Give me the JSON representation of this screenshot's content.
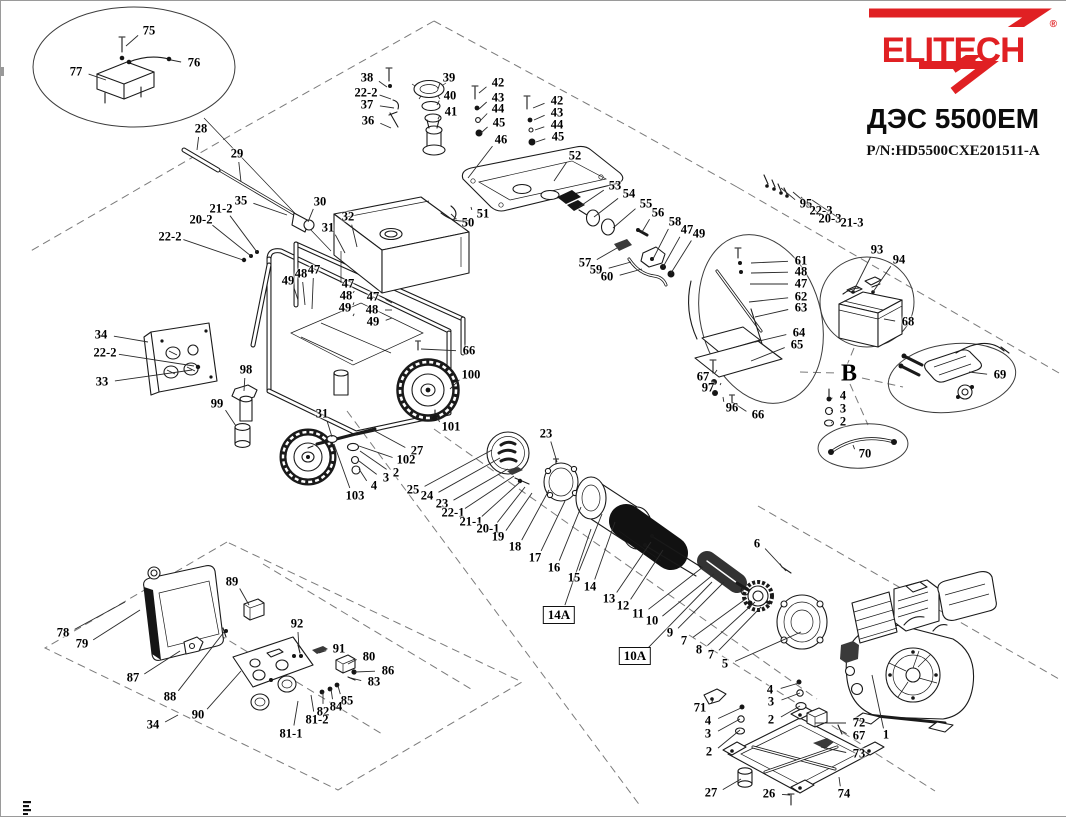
{
  "header": {
    "logo_text": "ELITECH",
    "registered_mark": "®",
    "model": "ДЭС 5500EM",
    "part_number": "P/N:HD5500CXE201511-A",
    "brand_color": "#e02023"
  },
  "diagram": {
    "description": "Exploded parts diagram of ELITECH DES 5500EM generator",
    "view_letter": "B",
    "boxed_callouts": [
      "14A",
      "10A"
    ],
    "labels": [
      [
        "75",
        148,
        30,
        125,
        45
      ],
      [
        "76",
        193,
        62,
        170,
        59
      ],
      [
        "77",
        75,
        71,
        105,
        79
      ],
      [
        "28",
        200,
        128,
        196,
        149
      ],
      [
        "29",
        236,
        153,
        240,
        181
      ],
      [
        "35",
        240,
        200,
        286,
        214
      ],
      [
        "30",
        319,
        201,
        307,
        221
      ],
      [
        "32",
        347,
        216,
        356,
        246
      ],
      [
        "31",
        327,
        227,
        344,
        252
      ],
      [
        "22-2",
        169,
        236,
        242,
        259
      ],
      [
        "20-2",
        200,
        219,
        250,
        255
      ],
      [
        "21-2",
        220,
        208,
        256,
        251
      ],
      [
        "38",
        366,
        77,
        386,
        86
      ],
      [
        "22-2",
        365,
        92,
        390,
        98
      ],
      [
        "37",
        366,
        104,
        393,
        107
      ],
      [
        "36",
        367,
        120,
        390,
        127
      ],
      [
        "39",
        448,
        77,
        437,
        88
      ],
      [
        "40",
        449,
        95,
        436,
        104
      ],
      [
        "41",
        450,
        111,
        437,
        118
      ],
      [
        "42",
        497,
        82,
        478,
        92
      ],
      [
        "43",
        497,
        97,
        478,
        108
      ],
      [
        "44",
        497,
        108,
        479,
        120
      ],
      [
        "45",
        498,
        122,
        480,
        132
      ],
      [
        "46",
        500,
        139,
        467,
        177
      ],
      [
        "42",
        556,
        100,
        532,
        107
      ],
      [
        "43",
        556,
        112,
        533,
        119
      ],
      [
        "44",
        556,
        124,
        534,
        129
      ],
      [
        "45",
        557,
        136,
        535,
        141
      ],
      [
        "52",
        574,
        155,
        553,
        180
      ],
      [
        "51",
        482,
        213,
        470,
        206
      ],
      [
        "50",
        467,
        222,
        450,
        213
      ],
      [
        "53",
        614,
        185,
        578,
        206
      ],
      [
        "54",
        628,
        193,
        593,
        216
      ],
      [
        "55",
        645,
        203,
        612,
        227
      ],
      [
        "56",
        657,
        212,
        641,
        231
      ],
      [
        "58",
        674,
        221,
        652,
        258
      ],
      [
        "47",
        686,
        229,
        662,
        266
      ],
      [
        "49",
        698,
        233,
        670,
        272
      ],
      [
        "57",
        584,
        262,
        616,
        247
      ],
      [
        "59",
        595,
        269,
        630,
        261
      ],
      [
        "60",
        606,
        276,
        641,
        268
      ],
      [
        "95",
        805,
        203,
        780,
        187
      ],
      [
        "22-3",
        820,
        210,
        792,
        191
      ],
      [
        "20-3",
        829,
        218,
        800,
        196
      ],
      [
        "21-3",
        851,
        222,
        811,
        199
      ],
      [
        "93",
        876,
        249,
        852,
        291
      ],
      [
        "94",
        898,
        259,
        872,
        291
      ],
      [
        "61",
        800,
        260,
        750,
        262
      ],
      [
        "48",
        800,
        271,
        750,
        272
      ],
      [
        "47",
        800,
        283,
        749,
        283
      ],
      [
        "62",
        800,
        296,
        748,
        301
      ],
      [
        "63",
        800,
        307,
        754,
        316
      ],
      [
        "68",
        907,
        321,
        883,
        318
      ],
      [
        "64",
        798,
        332,
        754,
        341
      ],
      [
        "65",
        796,
        344,
        750,
        360
      ],
      [
        "67",
        702,
        376,
        716,
        369
      ],
      [
        "97",
        707,
        387,
        720,
        382
      ],
      [
        "96",
        731,
        407,
        722,
        396
      ],
      [
        "66",
        757,
        414,
        731,
        401
      ],
      [
        "B",
        848,
        373,
        null,
        null,
        "big"
      ],
      [
        "69",
        999,
        374,
        968,
        371
      ],
      [
        "4",
        842,
        395,
        830,
        398
      ],
      [
        "3",
        842,
        408,
        830,
        410
      ],
      [
        "2",
        842,
        421,
        830,
        422
      ],
      [
        "70",
        864,
        453,
        852,
        444
      ],
      [
        "34",
        100,
        334,
        147,
        341
      ],
      [
        "22-2",
        104,
        352,
        193,
        365
      ],
      [
        "33",
        101,
        381,
        191,
        369
      ],
      [
        "98",
        245,
        369,
        243,
        390
      ],
      [
        "99",
        216,
        403,
        235,
        425
      ],
      [
        "49",
        287,
        280,
        297,
        299
      ],
      [
        "48",
        300,
        273,
        304,
        304
      ],
      [
        "47",
        313,
        269,
        311,
        308
      ],
      [
        "47",
        347,
        283,
        352,
        292
      ],
      [
        "48",
        345,
        295,
        352,
        304
      ],
      [
        "49",
        344,
        307,
        352,
        315
      ],
      [
        "47",
        372,
        296,
        391,
        302
      ],
      [
        "48",
        371,
        309,
        391,
        309
      ],
      [
        "49",
        372,
        321,
        391,
        317
      ],
      [
        "66",
        468,
        350,
        420,
        348
      ],
      [
        "100",
        470,
        374,
        449,
        388
      ],
      [
        "101",
        450,
        426,
        436,
        416
      ],
      [
        "31",
        321,
        413,
        331,
        436
      ],
      [
        "27",
        416,
        450,
        372,
        429
      ],
      [
        "102",
        405,
        459,
        358,
        445
      ],
      [
        "2",
        395,
        472,
        359,
        450
      ],
      [
        "3",
        385,
        477,
        358,
        460
      ],
      [
        "4",
        373,
        485,
        358,
        468
      ],
      [
        "103",
        354,
        495,
        333,
        443
      ],
      [
        "23",
        545,
        433,
        556,
        461
      ],
      [
        "25",
        412,
        489,
        491,
        449
      ],
      [
        "24",
        426,
        495,
        499,
        457
      ],
      [
        "23",
        441,
        503,
        507,
        468
      ],
      [
        "22-1",
        452,
        512,
        513,
        475
      ],
      [
        "21-1",
        470,
        521,
        519,
        481
      ],
      [
        "20-1",
        487,
        528,
        524,
        486
      ],
      [
        "19",
        497,
        536,
        531,
        492
      ],
      [
        "18",
        514,
        546,
        548,
        489
      ],
      [
        "17",
        534,
        557,
        564,
        500
      ],
      [
        "16",
        553,
        567,
        580,
        506
      ],
      [
        "15",
        573,
        577,
        601,
        513
      ],
      [
        "14",
        589,
        586,
        614,
        521
      ],
      [
        "13",
        608,
        598,
        650,
        541
      ],
      [
        "12",
        622,
        605,
        662,
        549
      ],
      [
        "11",
        637,
        613,
        702,
        566
      ],
      [
        "10",
        651,
        620,
        713,
        573
      ],
      [
        "9",
        669,
        632,
        723,
        581
      ],
      [
        "6",
        756,
        543,
        785,
        570
      ],
      [
        "7",
        683,
        640,
        746,
        597
      ],
      [
        "8",
        698,
        649,
        754,
        601
      ],
      [
        "7",
        710,
        654,
        760,
        606
      ],
      [
        "5",
        724,
        663,
        800,
        631
      ],
      [
        "14A",
        558,
        614,
        590,
        528,
        "box"
      ],
      [
        "10A",
        634,
        655,
        711,
        581,
        "box"
      ],
      [
        "71",
        699,
        707,
        712,
        699
      ],
      [
        "4",
        707,
        720,
        740,
        707
      ],
      [
        "3",
        707,
        733,
        739,
        718
      ],
      [
        "2",
        708,
        751,
        739,
        729
      ],
      [
        "4",
        769,
        689,
        798,
        682
      ],
      [
        "3",
        770,
        701,
        799,
        692
      ],
      [
        "2",
        770,
        719,
        799,
        705
      ],
      [
        "72",
        858,
        722,
        814,
        722
      ],
      [
        "67",
        858,
        735,
        839,
        729
      ],
      [
        "73",
        858,
        753,
        820,
        746
      ],
      [
        "1",
        885,
        734,
        871,
        674
      ],
      [
        "27",
        710,
        792,
        740,
        778
      ],
      [
        "26",
        768,
        793,
        789,
        794
      ],
      [
        "74",
        843,
        793,
        838,
        776
      ],
      [
        "78",
        62,
        632,
        124,
        601
      ],
      [
        "79",
        81,
        643,
        139,
        609
      ],
      [
        "89",
        231,
        581,
        248,
        604
      ],
      [
        "92",
        296,
        623,
        298,
        648
      ],
      [
        "91",
        338,
        648,
        318,
        652
      ],
      [
        "80",
        368,
        656,
        347,
        663
      ],
      [
        "86",
        387,
        670,
        354,
        671
      ],
      [
        "83",
        373,
        681,
        350,
        677
      ],
      [
        "85",
        346,
        700,
        337,
        685
      ],
      [
        "84",
        335,
        706,
        330,
        688
      ],
      [
        "82",
        322,
        711,
        322,
        691
      ],
      [
        "81-2",
        316,
        719,
        310,
        694
      ],
      [
        "81-1",
        290,
        733,
        297,
        700
      ],
      [
        "87",
        132,
        677,
        179,
        650
      ],
      [
        "88",
        169,
        696,
        223,
        631
      ],
      [
        "90",
        197,
        714,
        240,
        670
      ],
      [
        "34",
        152,
        724,
        177,
        714
      ]
    ]
  }
}
